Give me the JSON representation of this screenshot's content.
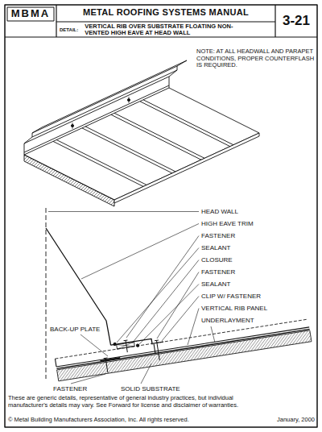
{
  "diagram": {
    "title": "METAL ROOFING SYSTEMS MANUAL",
    "nodes": [
      {
        "text": [
          "MBMA"
        ]
      },
      {
        "text": [
          "DETAIL:",
          "VERTICAL RIB OVER SUBSTRATE FLOATING NON-VENTED HIGH EAVE AT HEAD WALL"
        ]
      },
      {
        "text": [
          "3-21"
        ]
      }
    ],
    "labels": [
      "NOTE: AT ALL HEADWALL AND PARAPET CONDITIONS, PROPER COUNTERFLASH IS REQUIRED.",
      "HEAD WALL",
      "HIGH EAVE TRIM",
      "FASTENER",
      "SEALANT",
      "CLOSURE",
      "FASTENER",
      "SEALANT",
      "CLIP W/ FASTENER",
      "VERTICAL RIB PANEL",
      "UNDERLAYMENT",
      "BACK-UP PLATE",
      "FASTENER",
      "SOLID SUBSTRATE",
      "These are generic details, representative of general industry practices, but individual manufacturer's details may vary. See Forward for license and disclaimer of warranties.",
      "© Metal Building Manufacturers Association, Inc. All rights reserved.",
      "January, 2000"
    ]
  }
}
